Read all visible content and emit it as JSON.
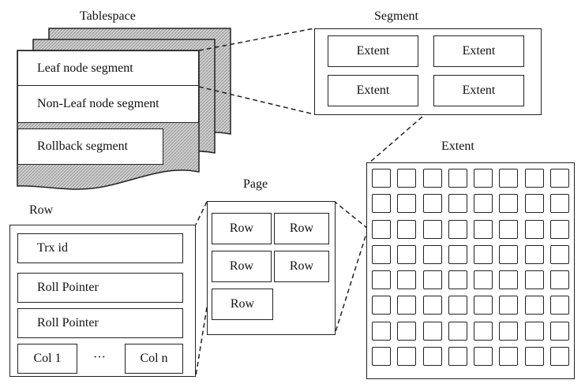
{
  "tablespace": {
    "title": "Tablespace",
    "segments": [
      "Leaf node segment",
      "Non-Leaf node segment",
      "Rollback segment"
    ]
  },
  "segment": {
    "title": "Segment",
    "extents": [
      "Extent",
      "Extent",
      "Extent",
      "Extent"
    ]
  },
  "extent": {
    "title": "Extent",
    "grid_rows": 8,
    "grid_cols": 8
  },
  "page": {
    "title": "Page",
    "rows": [
      "Row",
      "Row",
      "Row",
      "Row",
      "Row"
    ]
  },
  "row": {
    "title": "Row",
    "fields": [
      "Trx id",
      "Roll Pointer",
      "Roll Pointer"
    ],
    "col_first": "Col 1",
    "ellipsis": "···",
    "col_last": "Col n"
  },
  "colors": {
    "stroke": "#222222",
    "hatch": "#9a9a9a",
    "fill": "#ffffff"
  }
}
